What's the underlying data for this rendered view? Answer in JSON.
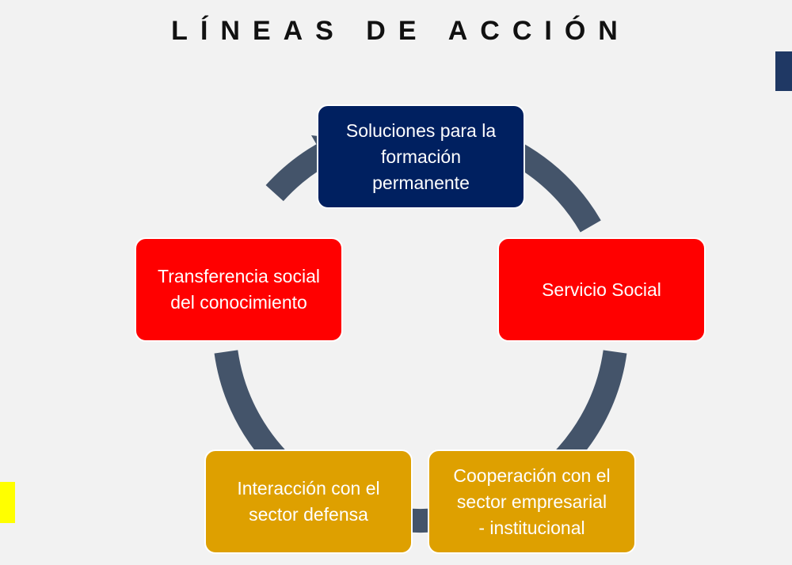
{
  "title": "LÍNEAS DE ACCIÓN",
  "colors": {
    "background": "#f2f2f2",
    "ring": "#44546a",
    "navy": "#002060",
    "red": "#ff0000",
    "gold": "#dea000",
    "accent_blue": "#1f3864",
    "accent_yellow": "#ffff00"
  },
  "nodes": [
    {
      "id": "formacion",
      "label": "Soluciones para la\nformación\npermanente",
      "color": "navy"
    },
    {
      "id": "servicio",
      "label": "Servicio Social",
      "color": "red"
    },
    {
      "id": "cooperacion",
      "label": "Cooperación con el\nsector empresarial\n- institucional",
      "color": "gold"
    },
    {
      "id": "defensa",
      "label": "Interacción con el\nsector defensa",
      "color": "gold"
    },
    {
      "id": "transferencia",
      "label": "Transferencia social\ndel conocimiento",
      "color": "red"
    }
  ]
}
